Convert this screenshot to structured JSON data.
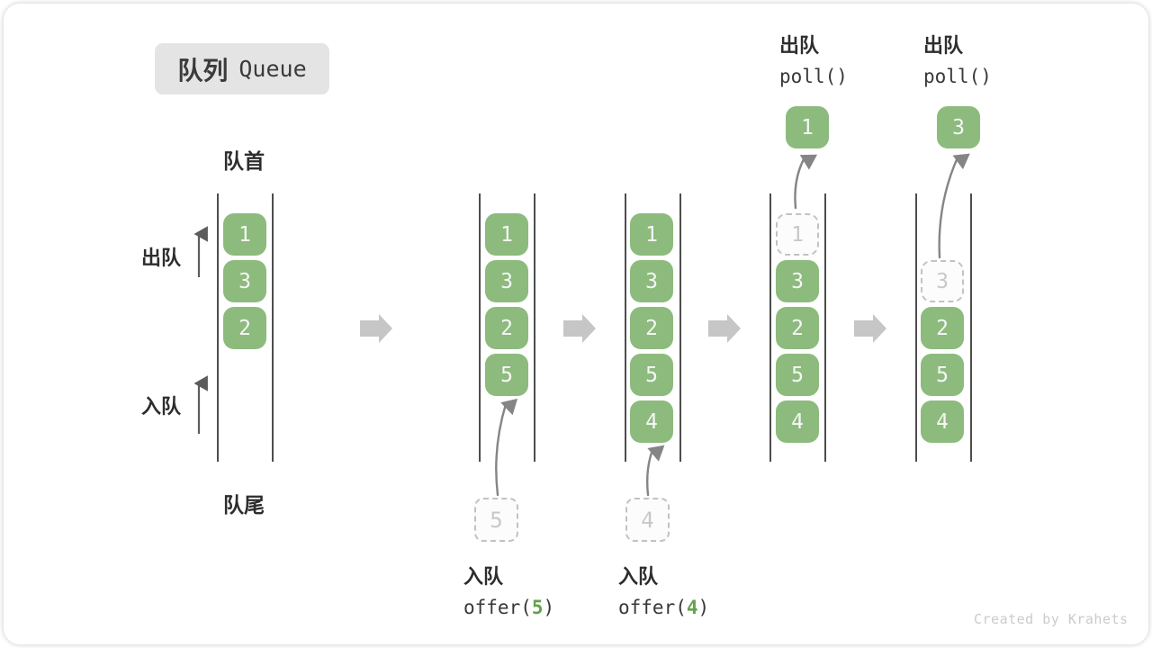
{
  "title": {
    "zh": "队列",
    "en": "Queue"
  },
  "labels": {
    "front": "队首",
    "rear": "队尾",
    "dequeue": "出队",
    "enqueue": "入队"
  },
  "watermark": "Created by Krahets",
  "colors": {
    "cell_green": "#8cbb7d",
    "code_arg_green": "#63a24c",
    "step_arrow_gray": "#c6c6c6",
    "wall_line": "#4d4d4d",
    "dashed_gray": "#c2c2c2"
  },
  "queues": [
    {
      "name": "initial-state",
      "cells": [
        "1",
        "3",
        "2"
      ]
    },
    {
      "name": "after-offer-5",
      "cells": [
        "1",
        "3",
        "2",
        "5"
      ],
      "pending": "5",
      "op": {
        "zh": "入队",
        "code_pre": "offer(",
        "arg": "5",
        "code_post": ")"
      }
    },
    {
      "name": "after-offer-4",
      "cells": [
        "1",
        "3",
        "2",
        "5",
        "4"
      ],
      "pending": "4",
      "op": {
        "zh": "入队",
        "code_pre": "offer(",
        "arg": "4",
        "code_post": ")"
      }
    },
    {
      "name": "after-poll-1",
      "removed": "1",
      "cells": [
        "3",
        "2",
        "5",
        "4"
      ],
      "out": "1",
      "op": {
        "zh": "出队",
        "code": "poll()"
      }
    },
    {
      "name": "after-poll-3",
      "removed": "3",
      "cells": [
        "2",
        "5",
        "4"
      ],
      "out": "3",
      "op": {
        "zh": "出队",
        "code": "poll()"
      }
    }
  ]
}
